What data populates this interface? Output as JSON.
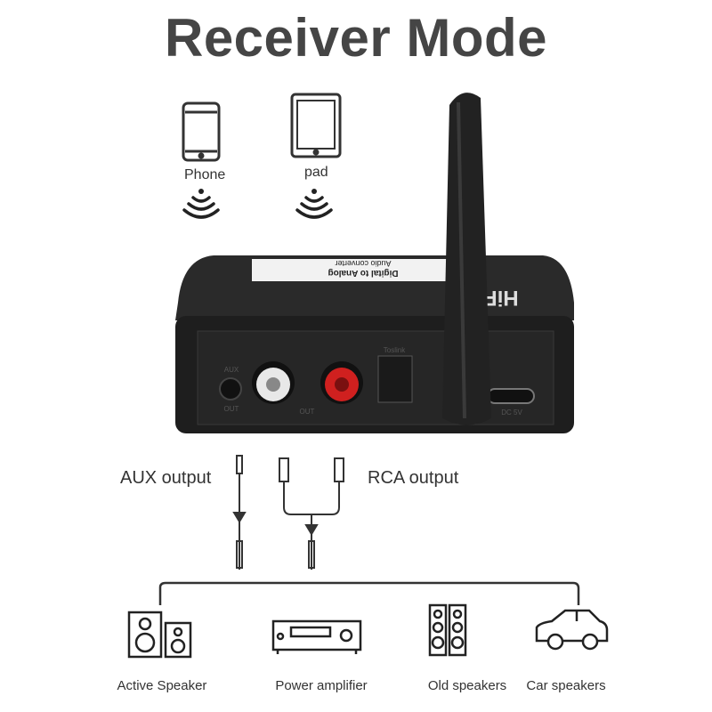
{
  "title": "Receiver Mode",
  "sources": [
    {
      "label": "Phone",
      "icon": "phone-icon"
    },
    {
      "label": "pad",
      "icon": "tablet-icon"
    }
  ],
  "device": {
    "top_label_line1": "Digital to Analog",
    "top_label_line2": "Audio converter",
    "brand": "HiFi",
    "ports": {
      "aux_top": "AUX",
      "aux_bottom": "OUT",
      "rca": "OUT",
      "optical": "Toslink",
      "power": "DC 5V"
    }
  },
  "outputs": {
    "aux": "AUX output",
    "rca": "RCA output"
  },
  "destinations": [
    {
      "label": "Active Speaker",
      "icon": "active-speaker-icon"
    },
    {
      "label": "Power amplifier",
      "icon": "amplifier-icon"
    },
    {
      "label": "Old speakers",
      "icon": "tower-speakers-icon"
    },
    {
      "label": "Car speakers",
      "icon": "car-icon"
    }
  ],
  "colors": {
    "title": "#454545",
    "device": "#1f1f1f",
    "rca_red": "#d0201f",
    "line": "#444444"
  }
}
